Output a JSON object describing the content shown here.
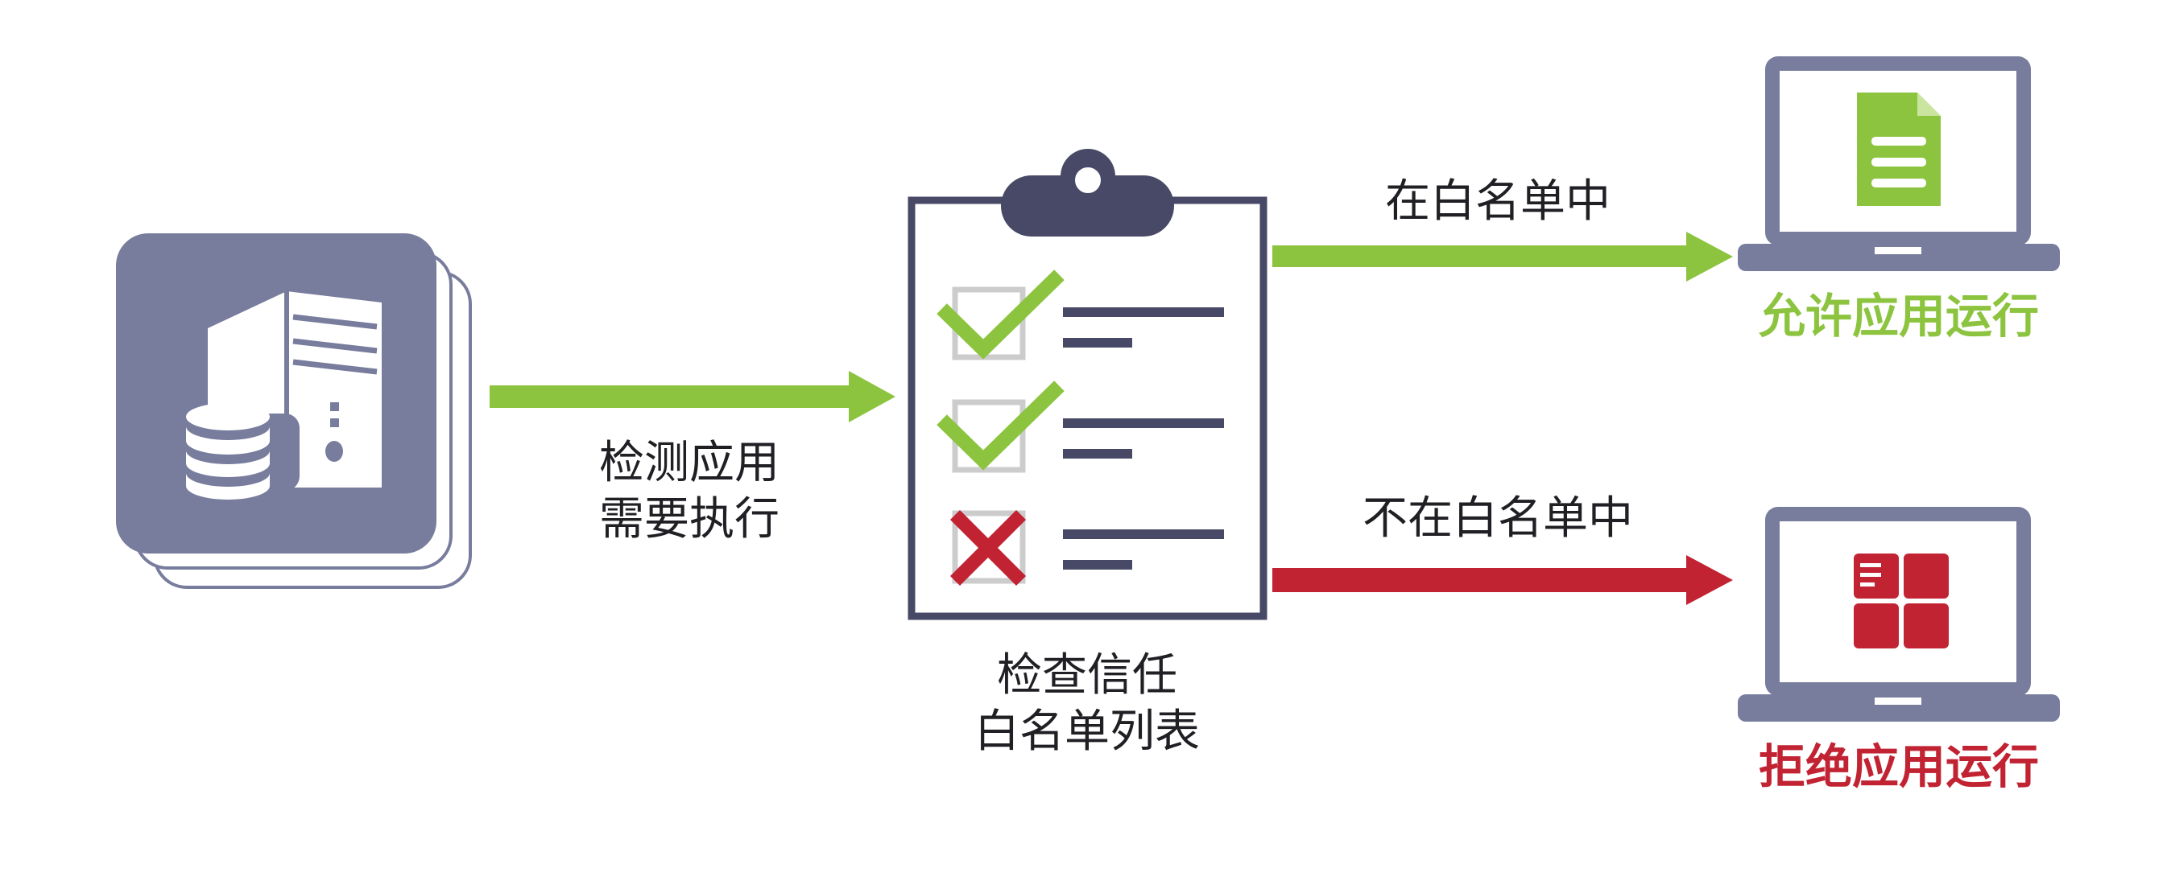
{
  "colors": {
    "slate": "#787c9d",
    "navy": "#474966",
    "green": "#8cc43f",
    "red": "#c22333",
    "box_gray": "#cccccc",
    "white": "#ffffff"
  },
  "icons": {
    "source": "server-database-icon",
    "checklist": "clipboard-checklist-icon",
    "allowed": "laptop-document-icon",
    "blocked": "laptop-blocked-app-icon"
  },
  "labels": {
    "detect": [
      "检测应用",
      "需要执行"
    ],
    "check": [
      "检查信任",
      "白名单列表"
    ],
    "in_list": "在白名单中",
    "not_in_list": "不在白名单中",
    "allow": "允许应用运行",
    "deny": "拒绝应用运行"
  },
  "checklist_items": [
    {
      "status": "check"
    },
    {
      "status": "check"
    },
    {
      "status": "cross"
    }
  ]
}
